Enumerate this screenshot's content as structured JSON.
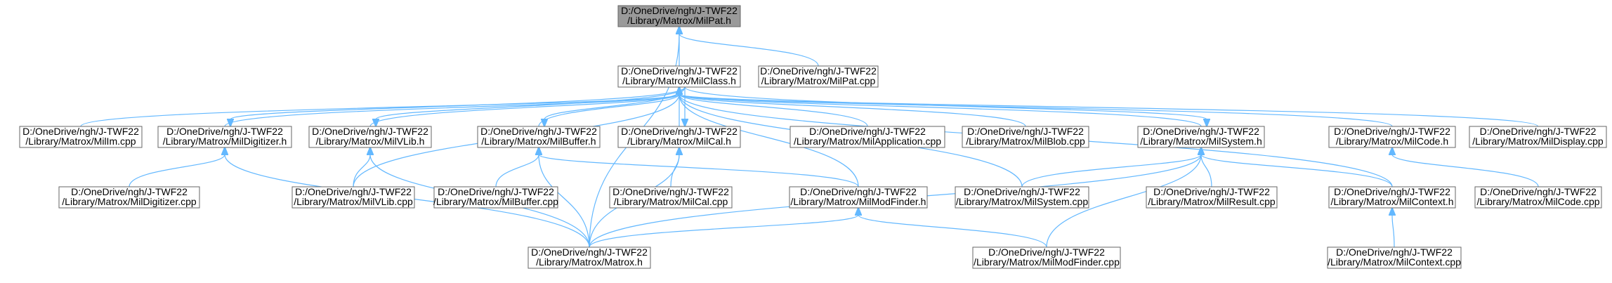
{
  "colors": {
    "edge": "#63b8ff",
    "node_border": "#666666",
    "root_fill": "#9a9a9a"
  },
  "nodes": [
    {
      "id": "milpat_h",
      "line1": "D:/OneDrive/ngh/J-TWF22",
      "line2": "/Library/Matrox/MilPat.h",
      "root": true
    },
    {
      "id": "milclass_h",
      "line1": "D:/OneDrive/ngh/J-TWF22",
      "line2": "/Library/Matrox/MilClass.h"
    },
    {
      "id": "milpat_cpp",
      "line1": "D:/OneDrive/ngh/J-TWF22",
      "line2": "/Library/Matrox/MilPat.cpp"
    },
    {
      "id": "milim_cpp",
      "line1": "D:/OneDrive/ngh/J-TWF22",
      "line2": "/Library/Matrox/MilIm.cpp"
    },
    {
      "id": "mildigitizer_h",
      "line1": "D:/OneDrive/ngh/J-TWF22",
      "line2": "/Library/Matrox/MilDigitizer.h"
    },
    {
      "id": "milvlib_h",
      "line1": "D:/OneDrive/ngh/J-TWF22",
      "line2": "/Library/Matrox/MilVLib.h"
    },
    {
      "id": "milbuffer_h",
      "line1": "D:/OneDrive/ngh/J-TWF22",
      "line2": "/Library/Matrox/MilBuffer.h"
    },
    {
      "id": "milcal_h",
      "line1": "D:/OneDrive/ngh/J-TWF22",
      "line2": "/Library/Matrox/MilCal.h"
    },
    {
      "id": "milapplication_cpp",
      "line1": "D:/OneDrive/ngh/J-TWF22",
      "line2": "/Library/Matrox/MilApplication.cpp"
    },
    {
      "id": "milblob_cpp",
      "line1": "D:/OneDrive/ngh/J-TWF22",
      "line2": "/Library/Matrox/MilBlob.cpp"
    },
    {
      "id": "milsystem_h",
      "line1": "D:/OneDrive/ngh/J-TWF22",
      "line2": "/Library/Matrox/MilSystem.h"
    },
    {
      "id": "milcode_h",
      "line1": "D:/OneDrive/ngh/J-TWF22",
      "line2": "/Library/Matrox/MilCode.h"
    },
    {
      "id": "mildisplay_cpp",
      "line1": "D:/OneDrive/ngh/J-TWF22",
      "line2": "/Library/Matrox/MilDisplay.cpp"
    },
    {
      "id": "mildigitizer_cpp",
      "line1": "D:/OneDrive/ngh/J-TWF22",
      "line2": "/Library/Matrox/MilDigitizer.cpp"
    },
    {
      "id": "milvlib_cpp",
      "line1": "D:/OneDrive/ngh/J-TWF22",
      "line2": "/Library/Matrox/MilVLib.cpp"
    },
    {
      "id": "milbuffer_cpp",
      "line1": "D:/OneDrive/ngh/J-TWF22",
      "line2": "/Library/Matrox/MilBuffer.cpp"
    },
    {
      "id": "milcal_cpp",
      "line1": "D:/OneDrive/ngh/J-TWF22",
      "line2": "/Library/Matrox/MilCal.cpp"
    },
    {
      "id": "milmodfinder_h",
      "line1": "D:/OneDrive/ngh/J-TWF22",
      "line2": "/Library/Matrox/MilModFinder.h"
    },
    {
      "id": "milsystem_cpp",
      "line1": "D:/OneDrive/ngh/J-TWF22",
      "line2": "/Library/Matrox/MilSystem.cpp"
    },
    {
      "id": "milresult_cpp",
      "line1": "D:/OneDrive/ngh/J-TWF22",
      "line2": "/Library/Matrox/MilResult.cpp"
    },
    {
      "id": "milcontext_h",
      "line1": "D:/OneDrive/ngh/J-TWF22",
      "line2": "/Library/Matrox/MilContext.h"
    },
    {
      "id": "milcode_cpp",
      "line1": "D:/OneDrive/ngh/J-TWF22",
      "line2": "/Library/Matrox/MilCode.cpp"
    },
    {
      "id": "matrox_h",
      "line1": "D:/OneDrive/ngh/J-TWF22",
      "line2": "/Library/Matrox/Matrox.h"
    },
    {
      "id": "milmodfinder_cpp",
      "line1": "D:/OneDrive/ngh/J-TWF22",
      "line2": "/Library/Matrox/MilModFinder.cpp"
    },
    {
      "id": "milcontext_cpp",
      "line1": "D:/OneDrive/ngh/J-TWF22",
      "line2": "/Library/Matrox/MilContext.cpp"
    }
  ],
  "edges": [
    {
      "from": "milpat_h",
      "to": "milclass_h"
    },
    {
      "from": "milpat_h",
      "to": "milpat_cpp"
    },
    {
      "from": "milpat_h",
      "to": "matrox_h"
    },
    {
      "from": "milclass_h",
      "to": "milim_cpp"
    },
    {
      "from": "milclass_h",
      "to": "mildigitizer_h"
    },
    {
      "from": "milclass_h",
      "to": "milvlib_h"
    },
    {
      "from": "milclass_h",
      "to": "milbuffer_h"
    },
    {
      "from": "milclass_h",
      "to": "milcal_h"
    },
    {
      "from": "milclass_h",
      "to": "milapplication_cpp"
    },
    {
      "from": "milclass_h",
      "to": "milblob_cpp"
    },
    {
      "from": "milclass_h",
      "to": "milsystem_h"
    },
    {
      "from": "milclass_h",
      "to": "milcode_h"
    },
    {
      "from": "milclass_h",
      "to": "mildisplay_cpp"
    },
    {
      "from": "milclass_h",
      "to": "milvlib_cpp"
    },
    {
      "from": "milclass_h",
      "to": "milmodfinder_h"
    },
    {
      "from": "milclass_h",
      "to": "milsystem_cpp"
    },
    {
      "from": "milclass_h",
      "to": "milcontext_h"
    },
    {
      "from": "mildigitizer_h",
      "to": "mildigitizer_cpp"
    },
    {
      "from": "mildigitizer_h",
      "to": "matrox_h"
    },
    {
      "from": "mildigitizer_h",
      "to": "milclass_h"
    },
    {
      "from": "milvlib_h",
      "to": "milvlib_cpp"
    },
    {
      "from": "milvlib_h",
      "to": "matrox_h"
    },
    {
      "from": "milvlib_h",
      "to": "milclass_h"
    },
    {
      "from": "milbuffer_h",
      "to": "milbuffer_cpp"
    },
    {
      "from": "milbuffer_h",
      "to": "milmodfinder_h"
    },
    {
      "from": "milbuffer_h",
      "to": "matrox_h"
    },
    {
      "from": "milbuffer_h",
      "to": "milclass_h"
    },
    {
      "from": "milcal_h",
      "to": "milcal_cpp"
    },
    {
      "from": "milcal_h",
      "to": "matrox_h"
    },
    {
      "from": "milcal_h",
      "to": "milclass_h"
    },
    {
      "from": "milsystem_h",
      "to": "milsystem_cpp"
    },
    {
      "from": "milsystem_h",
      "to": "milresult_cpp"
    },
    {
      "from": "milsystem_h",
      "to": "milcontext_h"
    },
    {
      "from": "milsystem_h",
      "to": "matrox_h"
    },
    {
      "from": "milsystem_h",
      "to": "milmodfinder_cpp"
    },
    {
      "from": "milsystem_h",
      "to": "milclass_h"
    },
    {
      "from": "milcode_h",
      "to": "milcode_cpp"
    },
    {
      "from": "milmodfinder_h",
      "to": "matrox_h"
    },
    {
      "from": "milmodfinder_h",
      "to": "milmodfinder_cpp"
    },
    {
      "from": "milcontext_h",
      "to": "milcontext_cpp"
    }
  ]
}
